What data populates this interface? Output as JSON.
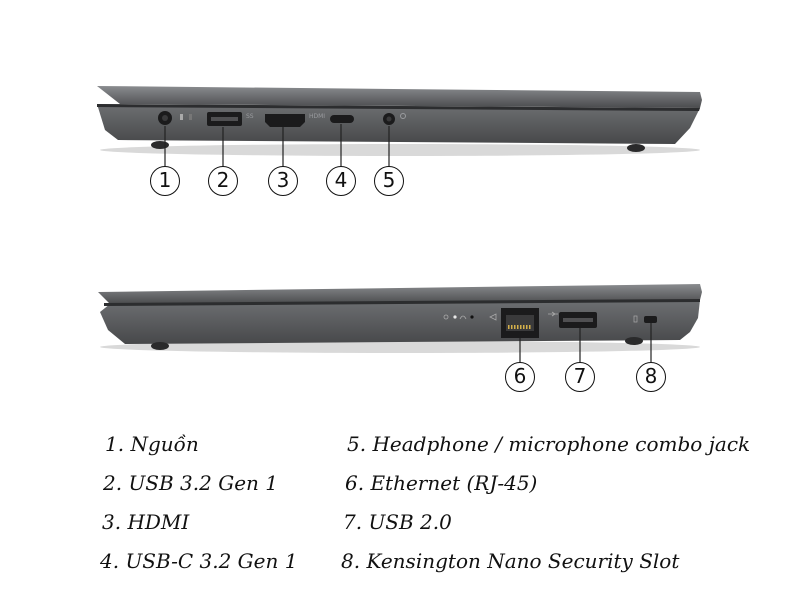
{
  "callouts": {
    "c1": "1",
    "c2": "2",
    "c3": "3",
    "c4": "4",
    "c5": "5",
    "c6": "6",
    "c7": "7",
    "c8": "8"
  },
  "port_labels": {
    "usb_superspeed_mark": "SS",
    "hdmi_mark": "HDMI"
  },
  "legend": [
    "1. Nguồn",
    "2. USB 3.2 Gen 1",
    "3. HDMI",
    "4.  USB-C 3.2 Gen 1",
    "5. Headphone / microphone combo jack",
    "6. Ethernet (RJ-45)",
    "7. USB 2.0",
    "8. Kensington Nano Security Slot"
  ],
  "colors": {
    "chassis": "#5b5d60",
    "chassis_dark": "#2c2d2f",
    "port_dark": "#1b1b1c"
  }
}
